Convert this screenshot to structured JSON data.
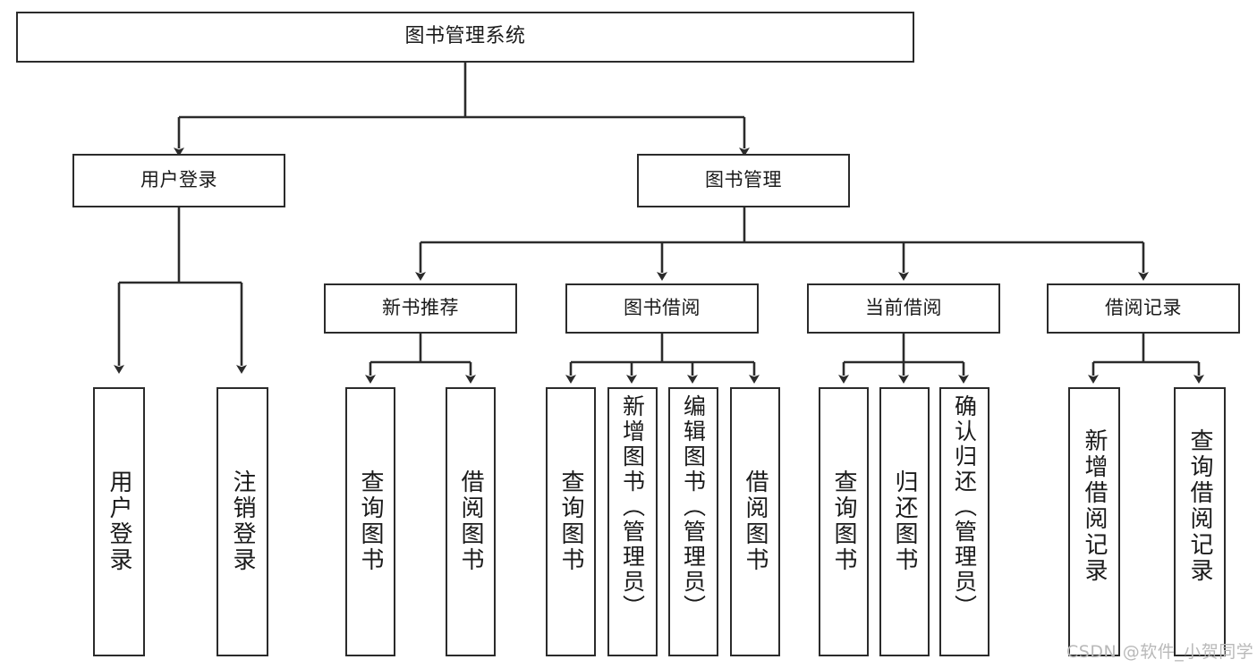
{
  "diagram": {
    "title": "图书管理系统",
    "type": "tree-hierarchy",
    "colors": {
      "box_border": "#2b2b2b",
      "box_fill": "#ffffff",
      "edge": "#2b2b2b",
      "text": "#1a1a1a",
      "watermark": "#b9b9b9"
    },
    "nodes": {
      "root": {
        "label": "图书管理系统"
      },
      "level2": [
        {
          "id": "user-login",
          "label": "用户登录"
        },
        {
          "id": "book-manage",
          "label": "图书管理"
        }
      ],
      "level3": [
        {
          "id": "new-book-recommend",
          "label": "新书推荐"
        },
        {
          "id": "book-borrow",
          "label": "图书借阅"
        },
        {
          "id": "current-borrow",
          "label": "当前借阅"
        },
        {
          "id": "borrow-record",
          "label": "借阅记录"
        }
      ],
      "leaves": {
        "user_login": [
          {
            "id": "leaf-user-login",
            "label": "用户登录"
          },
          {
            "id": "leaf-logout-login",
            "label": "注销登录"
          }
        ],
        "new_book_recommend": [
          {
            "id": "leaf-query-book-1",
            "label": "查询图书"
          },
          {
            "id": "leaf-borrow-book-1",
            "label": "借阅图书"
          }
        ],
        "book_borrow": [
          {
            "id": "leaf-query-book-2",
            "label": "查询图书"
          },
          {
            "id": "leaf-add-book",
            "label": "新增图书（管理员）"
          },
          {
            "id": "leaf-edit-book",
            "label": "编辑图书（管理员）"
          },
          {
            "id": "leaf-borrow-book-2",
            "label": "借阅图书"
          }
        ],
        "current_borrow": [
          {
            "id": "leaf-query-book-3",
            "label": "查询图书"
          },
          {
            "id": "leaf-return-book",
            "label": "归还图书"
          },
          {
            "id": "leaf-confirm-return",
            "label": "确认归还（管理员）"
          }
        ],
        "borrow_record": [
          {
            "id": "leaf-add-record",
            "label": "新增借阅记录"
          },
          {
            "id": "leaf-query-record",
            "label": "查询借阅记录"
          }
        ]
      }
    },
    "watermark": "CSDN @软件_小贺同学"
  }
}
